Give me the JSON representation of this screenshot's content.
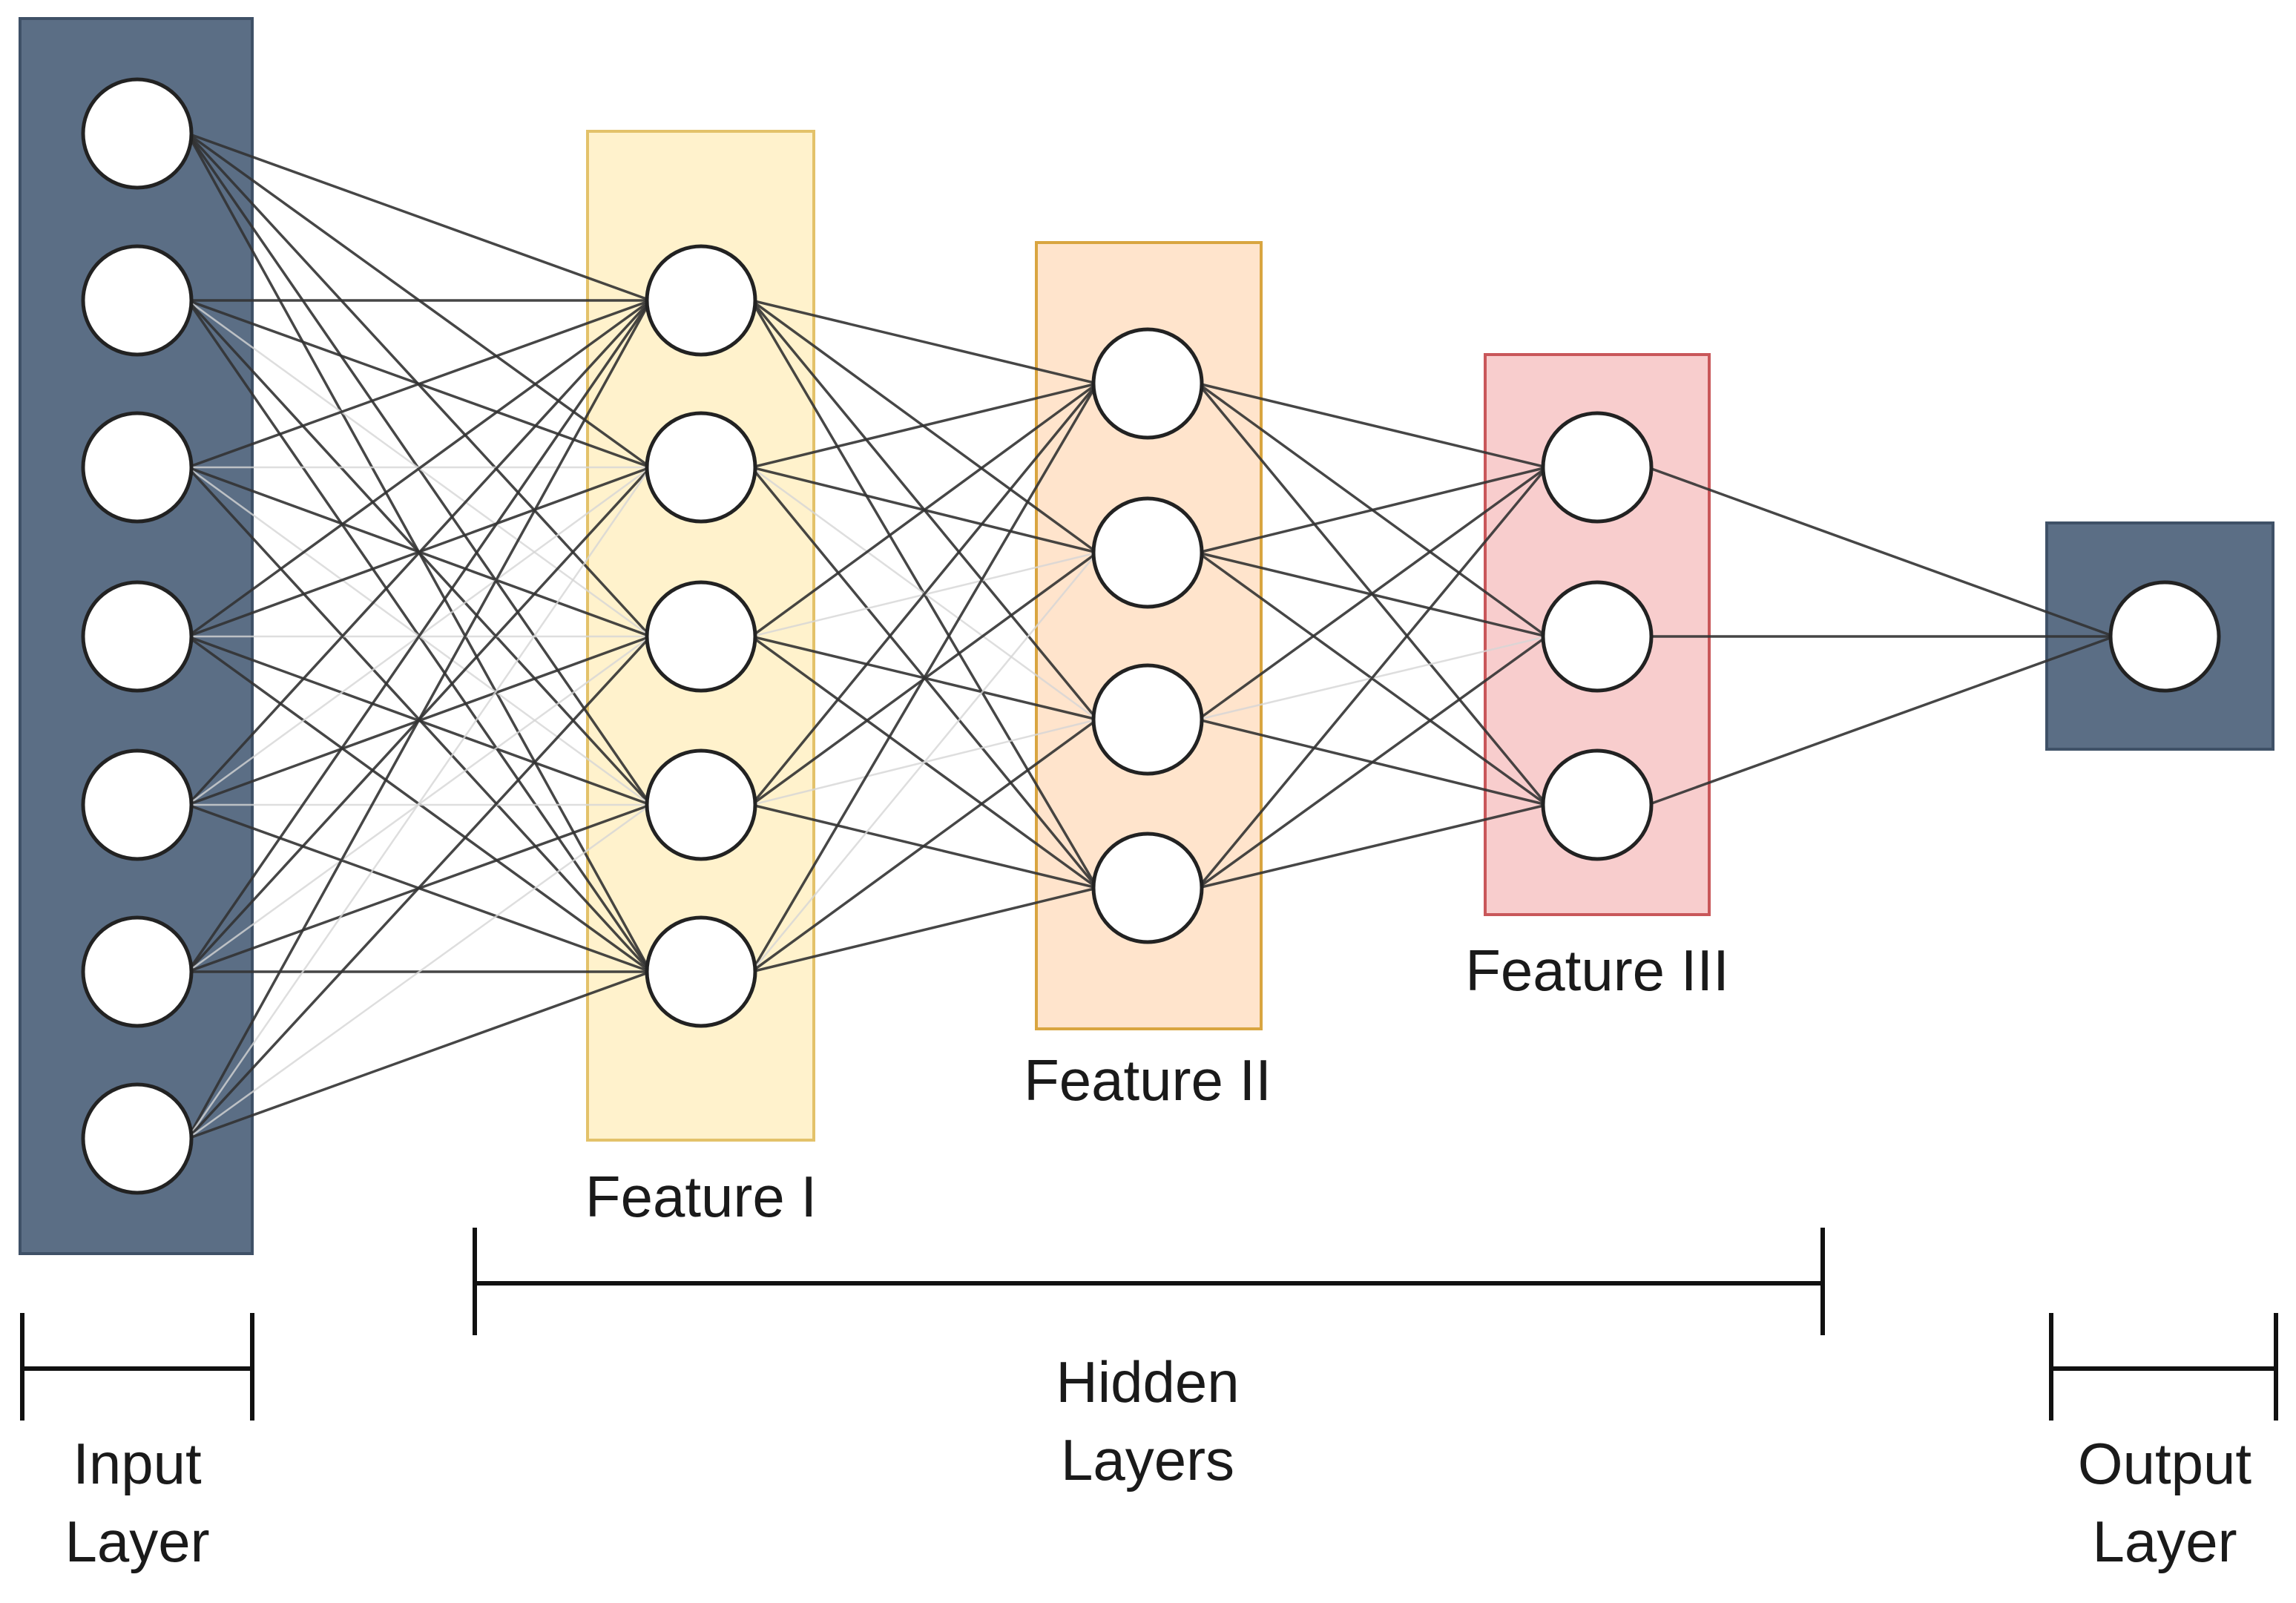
{
  "colors": {
    "io_fill": "#5b6e85",
    "io_stroke": "#3f5167",
    "node_fill": "#ffffff",
    "node_stroke": "#222222",
    "edge_strong": "#333333",
    "edge_faint": "#d6d6d6",
    "bracket": "#111111"
  },
  "layers": [
    {
      "id": "input",
      "nodes": 7,
      "fill": "#5b6e85",
      "stroke": "#3f5167"
    },
    {
      "id": "feature-1",
      "nodes": 5,
      "label": "Feature I",
      "fill": "#fff2cc",
      "stroke": "#e3c26a"
    },
    {
      "id": "feature-2",
      "nodes": 4,
      "label": "Feature II",
      "fill": "#ffe4cc",
      "stroke": "#d9a540"
    },
    {
      "id": "feature-3",
      "nodes": 3,
      "label": "Feature III",
      "fill": "#f8cdcd",
      "stroke": "#c9575a"
    },
    {
      "id": "output",
      "nodes": 1,
      "fill": "#5b6e85",
      "stroke": "#3f5167"
    }
  ],
  "brackets": [
    {
      "id": "input",
      "lines": [
        "Input",
        "Layer"
      ]
    },
    {
      "id": "hidden",
      "lines": [
        "Hidden",
        "Layers"
      ]
    },
    {
      "id": "output",
      "lines": [
        "Output",
        "Layer"
      ]
    }
  ]
}
